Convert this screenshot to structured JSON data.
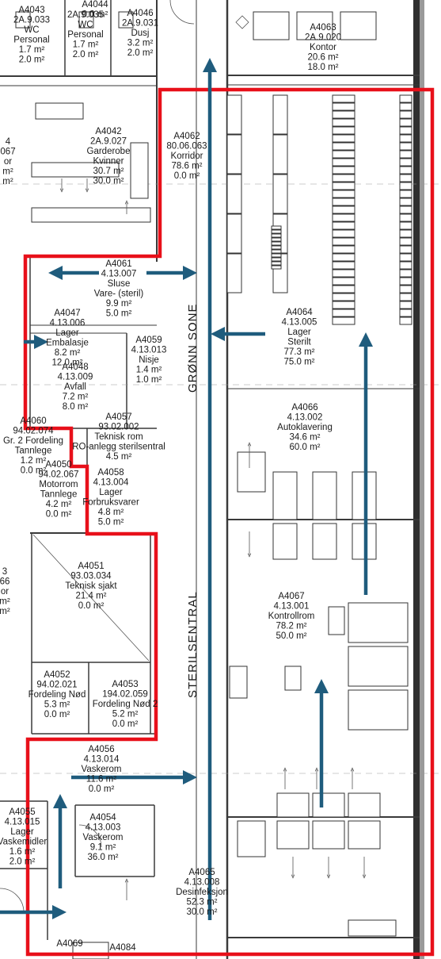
{
  "rooms": [
    {
      "id": "A4043",
      "lines": [
        "A4043",
        "2A.9.033",
        "WC",
        "Personal",
        "1.7 m²",
        "2.0 m²"
      ]
    },
    {
      "id": "A4044",
      "lines": [
        "A4044",
        "0.0 m²"
      ]
    },
    {
      "id": "A4035",
      "lines": [
        "2A.9.035",
        "WC",
        "Personal",
        "1.7 m²",
        "2.0 m²"
      ]
    },
    {
      "id": "A4046",
      "lines": [
        "A4046",
        "2A.9.031",
        "Dusj",
        "3.2 m²",
        "2.0 m²"
      ]
    },
    {
      "id": "A4063",
      "lines": [
        "A4063",
        "2A.9.020",
        "Kontor",
        "20.6 m²",
        "18.0 m²"
      ]
    },
    {
      "id": "A4042",
      "lines": [
        "A4042",
        "2A.9.027",
        "Garderobe",
        "Kvinner",
        "30.7 m²",
        "30.0 m²"
      ]
    },
    {
      "id": "A4062",
      "lines": [
        "A4062",
        "80.06.063",
        "Korridor",
        "78.6 m²",
        "0.0 m²"
      ]
    },
    {
      "id": "A4061",
      "lines": [
        "A4061",
        "4.13.007",
        "Sluse",
        "Vare- (steril)",
        "9.9 m²",
        "5.0 m²"
      ]
    },
    {
      "id": "A4047",
      "lines": [
        "A4047",
        "4.13.006",
        "Lager",
        "Embalasje",
        "8.2 m²",
        "12.0 m²"
      ]
    },
    {
      "id": "A4059",
      "lines": [
        "A4059",
        "4.13.013",
        "Nisje",
        "1.4 m²",
        "1.0 m²"
      ]
    },
    {
      "id": "A4048",
      "lines": [
        "A4048",
        "4.13.009",
        "Avfall",
        "7.2 m²",
        "8.0 m²"
      ]
    },
    {
      "id": "A4064",
      "lines": [
        "A4064",
        "4.13.005",
        "Lager",
        "Sterilt",
        "77.3 m²",
        "75.0 m²"
      ]
    },
    {
      "id": "A4060",
      "lines": [
        "A4060",
        "94.02.074",
        "Gr. 2 Fordeling",
        "Tannlege",
        "1.2 m²",
        "0.0 m²"
      ]
    },
    {
      "id": "A4057",
      "lines": [
        "A4057",
        "93.02.002",
        "Teknisk rom",
        "RO-anlegg sterilsentral",
        "4.5 m²"
      ]
    },
    {
      "id": "A4066",
      "lines": [
        "A4066",
        "4.13.002",
        "Autoklavering",
        "34.6 m²",
        "60.0 m²"
      ]
    },
    {
      "id": "A4050",
      "lines": [
        "A4050",
        "94.02.067",
        "Motorrom",
        "Tannlege",
        "4.2 m²",
        "0.0 m²"
      ]
    },
    {
      "id": "A4058",
      "lines": [
        "A4058",
        "4.13.004",
        "Lager",
        "Forbruksvarer",
        "4.8 m²",
        "5.0 m²"
      ]
    },
    {
      "id": "A4051",
      "lines": [
        "A4051",
        "93.03.034",
        "Teknisk sjakt",
        "21.4 m²",
        "0.0 m²"
      ]
    },
    {
      "id": "A4067",
      "lines": [
        "A4067",
        "4.13.001",
        "Kontrollrom",
        "78.2 m²",
        "50.0 m²"
      ]
    },
    {
      "id": "A4052",
      "lines": [
        "A4052",
        "94.02.021",
        "Fordeling Nød",
        "5.3 m²",
        "0.0 m²"
      ]
    },
    {
      "id": "A4053",
      "lines": [
        "A4053",
        "194.02.059",
        "Fordeling Nød 2",
        "5.2 m²",
        "0.0 m²"
      ]
    },
    {
      "id": "A4056",
      "lines": [
        "A4056",
        "4.13.014",
        "Vaskerom",
        "11.6 m²",
        "0.0 m²"
      ]
    },
    {
      "id": "A4054",
      "lines": [
        "A4054",
        "4.13.003",
        "Vaskerom",
        "9.1 m²",
        "36.0 m²"
      ]
    },
    {
      "id": "A4055",
      "lines": [
        "A4055",
        "4.13.015",
        "Lager",
        "Vaskemidler",
        "1.6 m²",
        "2.0 m²"
      ]
    },
    {
      "id": "A4065",
      "lines": [
        "A4065",
        "4.13.008",
        "Desinfeksjon",
        "52.3 m²",
        "30.0 m²"
      ]
    },
    {
      "id": "A4069",
      "lines": [
        "A4069"
      ]
    },
    {
      "id": "A4084",
      "lines": [
        "A4084"
      ]
    },
    {
      "id": "edge-a",
      "lines": [
        "4",
        "067",
        "or",
        "m²",
        "m²"
      ]
    },
    {
      "id": "edge-b",
      "lines": [
        "3",
        "66",
        "or",
        "m²",
        "m²"
      ]
    }
  ],
  "zones": {
    "green": "GRØNN SONE",
    "sterile": "STERILSENTRAL"
  },
  "colors": {
    "boundary": "#e8101a",
    "flow_arrow": "#1f5c7d",
    "walls": "#3a3a3a"
  }
}
